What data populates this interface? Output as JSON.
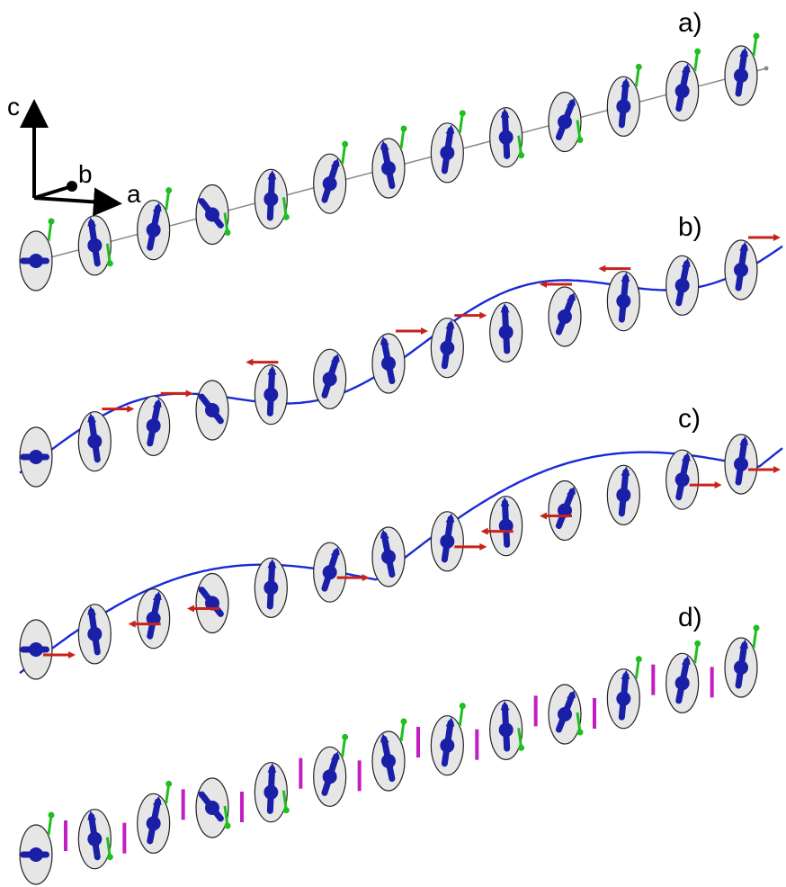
{
  "panels": [
    {
      "label": "a)",
      "curve": "line",
      "extra": "green"
    },
    {
      "label": "b)",
      "curve": "wave",
      "extra": "red"
    },
    {
      "label": "c)",
      "curve": "cusp",
      "extra": "red"
    },
    {
      "label": "d)",
      "curve": "none",
      "extra": "green-magenta"
    }
  ],
  "axes": {
    "c": "c",
    "b": "b",
    "a": "a"
  },
  "colors": {
    "spin": "#1a1fa8",
    "disk_fill": "#e6e6e6",
    "disk_stroke": "#222222",
    "green": "#1fbf1f",
    "red": "#c8221a",
    "magenta": "#c21ec2",
    "curve": "#1a2ad8",
    "axis_line": "#888888"
  },
  "spin_angles_deg": [
    -90,
    -15,
    20,
    -55,
    5,
    30,
    -20,
    15,
    -5,
    35,
    10,
    20,
    15
  ],
  "n_sites": 13
}
